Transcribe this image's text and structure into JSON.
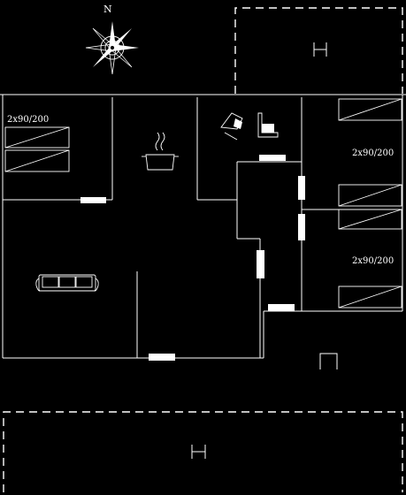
{
  "compass": {
    "north_label": "N",
    "icon": "compass-rose"
  },
  "beds": {
    "top_left": "2x90/200",
    "right_upper": "2x90/200",
    "right_lower": "2x90/200"
  },
  "icons": {
    "kitchen": "cooking-pot",
    "bathroom": "shower-and-toilet",
    "living": "sofa",
    "terrace": "chair",
    "parking": "parking"
  },
  "colors": {
    "background": "#000000",
    "lines": "#ffffff"
  }
}
